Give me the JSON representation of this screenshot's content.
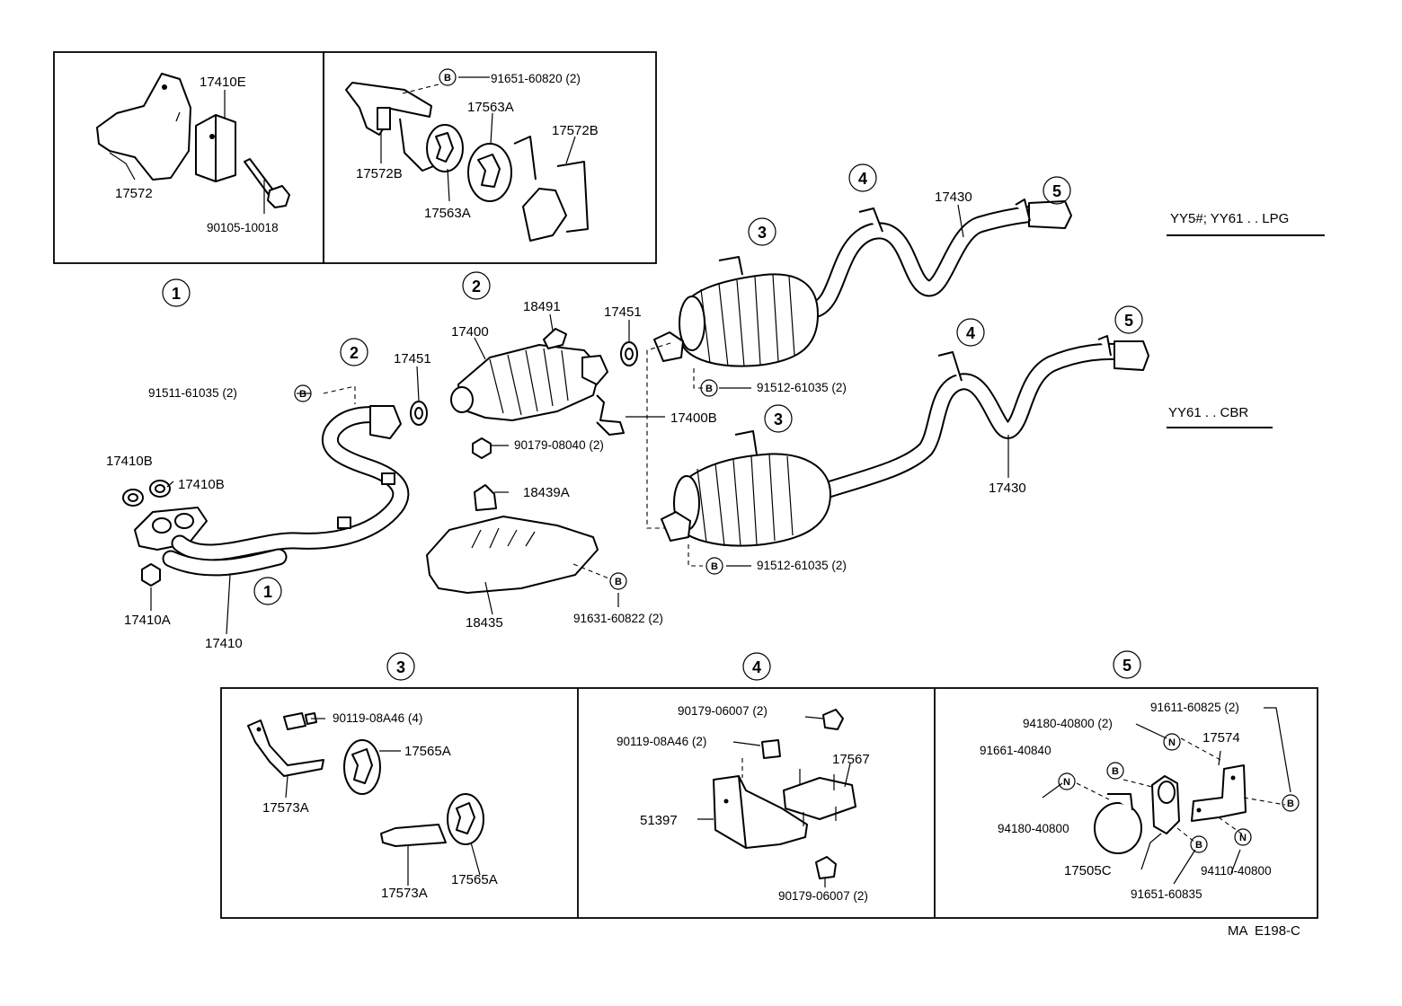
{
  "diagram": {
    "code": "MA  E198-C",
    "variants": {
      "lpg": "YY5#; YY61 . . LPG",
      "cbr": "YY61 . . CBR"
    },
    "callouts": {
      "c1": "1",
      "c2": "2",
      "c3": "3",
      "c4": "4",
      "c5": "5"
    },
    "letters": {
      "b": "B",
      "n": "N"
    },
    "parts": {
      "p17410E": "17410E",
      "p17572": "17572",
      "p90105_10018": "90105-10018",
      "p91651_60820": "91651-60820 (2)",
      "p17563A": "17563A",
      "p17572B": "17572B",
      "p91511_61035": "91511-61035 (2)",
      "p17451": "17451",
      "p17400": "17400",
      "p18491": "18491",
      "p17400B": "17400B",
      "p90179_08040": "90179-08040 (2)",
      "p17410B": "17410B",
      "p18439A": "18439A",
      "p17410A": "17410A",
      "p17410": "17410",
      "p18435": "18435",
      "p91631_60822": "91631-60822 (2)",
      "p17430": "17430",
      "p91512_61035": "91512-61035 (2)",
      "p90119_08A46_4": "90119-08A46 (4)",
      "p17565A": "17565A",
      "p17573A": "17573A",
      "p90179_06007": "90179-06007 (2)",
      "p90119_08A46_2": "90119-08A46 (2)",
      "p17567": "17567",
      "p51397": "51397",
      "p94180_40800_2": "94180-40800 (2)",
      "p91611_60825": "91611-60825 (2)",
      "p91661_40840": "91661-40840",
      "p17574": "17574",
      "p94180_40800": "94180-40800",
      "p17505C": "17505C",
      "p94110_40800": "94110-40800",
      "p91651_60835": "91651-60835"
    }
  }
}
